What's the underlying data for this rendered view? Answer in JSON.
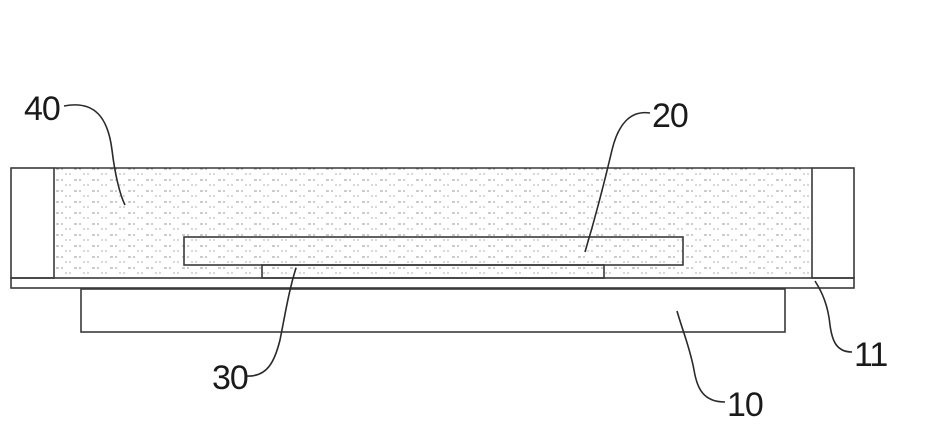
{
  "figure": {
    "labels": {
      "liquid_layer": "40",
      "chip": "20",
      "side_wall_frame": "11",
      "bonding_layer": "30",
      "substrate": "10"
    }
  }
}
